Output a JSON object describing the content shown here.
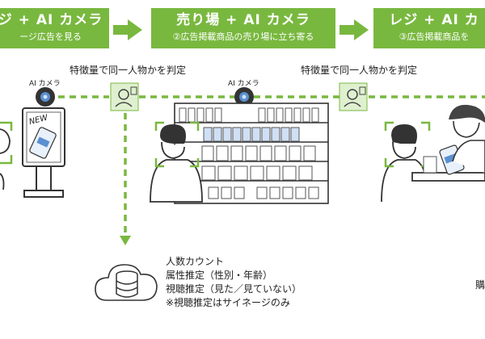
{
  "steps": [
    {
      "title": "ジ + AI カメラ",
      "subtitle": "ージ広告を見る"
    },
    {
      "title": "売り場 + AI カメラ",
      "subtitle": "②広告掲載商品の売り場に立ち寄る"
    },
    {
      "title": "レジ + AI カ",
      "subtitle": "③広告掲載商品を"
    }
  ],
  "person_match_label": "特徴量で同一人物かを判定",
  "camera_label": "AI カメラ",
  "signage_text": "NEW",
  "info_lines": [
    "人数カウント",
    "属性推定（性別・年齢）",
    "視聴推定（見た／見ていない）",
    "※視聴推定はサイネージのみ"
  ],
  "cut_text": "購",
  "colors": {
    "accent": "#79b83f",
    "accent_light": "#dff0cf",
    "dash": "#79b83f"
  }
}
